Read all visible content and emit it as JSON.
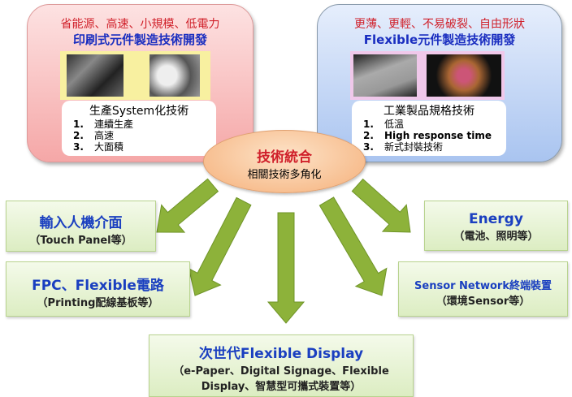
{
  "left_card": {
    "tagline": "省能源、高速、小規模、低電力",
    "title": "印刷式元件製造技術開發",
    "box_title": "生產System化技術",
    "items": [
      {
        "n": "1.",
        "t": "連續生產"
      },
      {
        "n": "2.",
        "t": "高速"
      },
      {
        "n": "3.",
        "t": "大面積"
      }
    ]
  },
  "right_card": {
    "tagline": "更薄、更輕、不易破裂、自由形狀",
    "title": "Flexible元件製造技術開發",
    "box_title": "工業製品規格技術",
    "items": [
      {
        "n": "1.",
        "t": "低溫"
      },
      {
        "n": "2.",
        "t": "High response time"
      },
      {
        "n": "3.",
        "t": "新式封裝技術"
      }
    ]
  },
  "center": {
    "title": "技術統合",
    "subtitle": "相關技術多角化"
  },
  "outputs": {
    "input": {
      "title": "輸入人機介面",
      "sub": "（Touch Panel等）"
    },
    "fpc": {
      "title": "FPC、Flexible電路",
      "sub": "（Printing配線基板等）"
    },
    "energy": {
      "title": "Energy",
      "sub": "（電池、照明等）"
    },
    "sensor": {
      "title": "Sensor Network終端裝置",
      "sub": "（環境Sensor等）"
    },
    "display": {
      "title": "次世代Flexible Display",
      "sub1": "（e-Paper、Digital Signage、Flexible",
      "sub2": "Display、智慧型可攜式裝置等）"
    }
  },
  "colors": {
    "arrow": "#8db23a",
    "red": "#d0202a",
    "blue": "#1a2ec0"
  }
}
